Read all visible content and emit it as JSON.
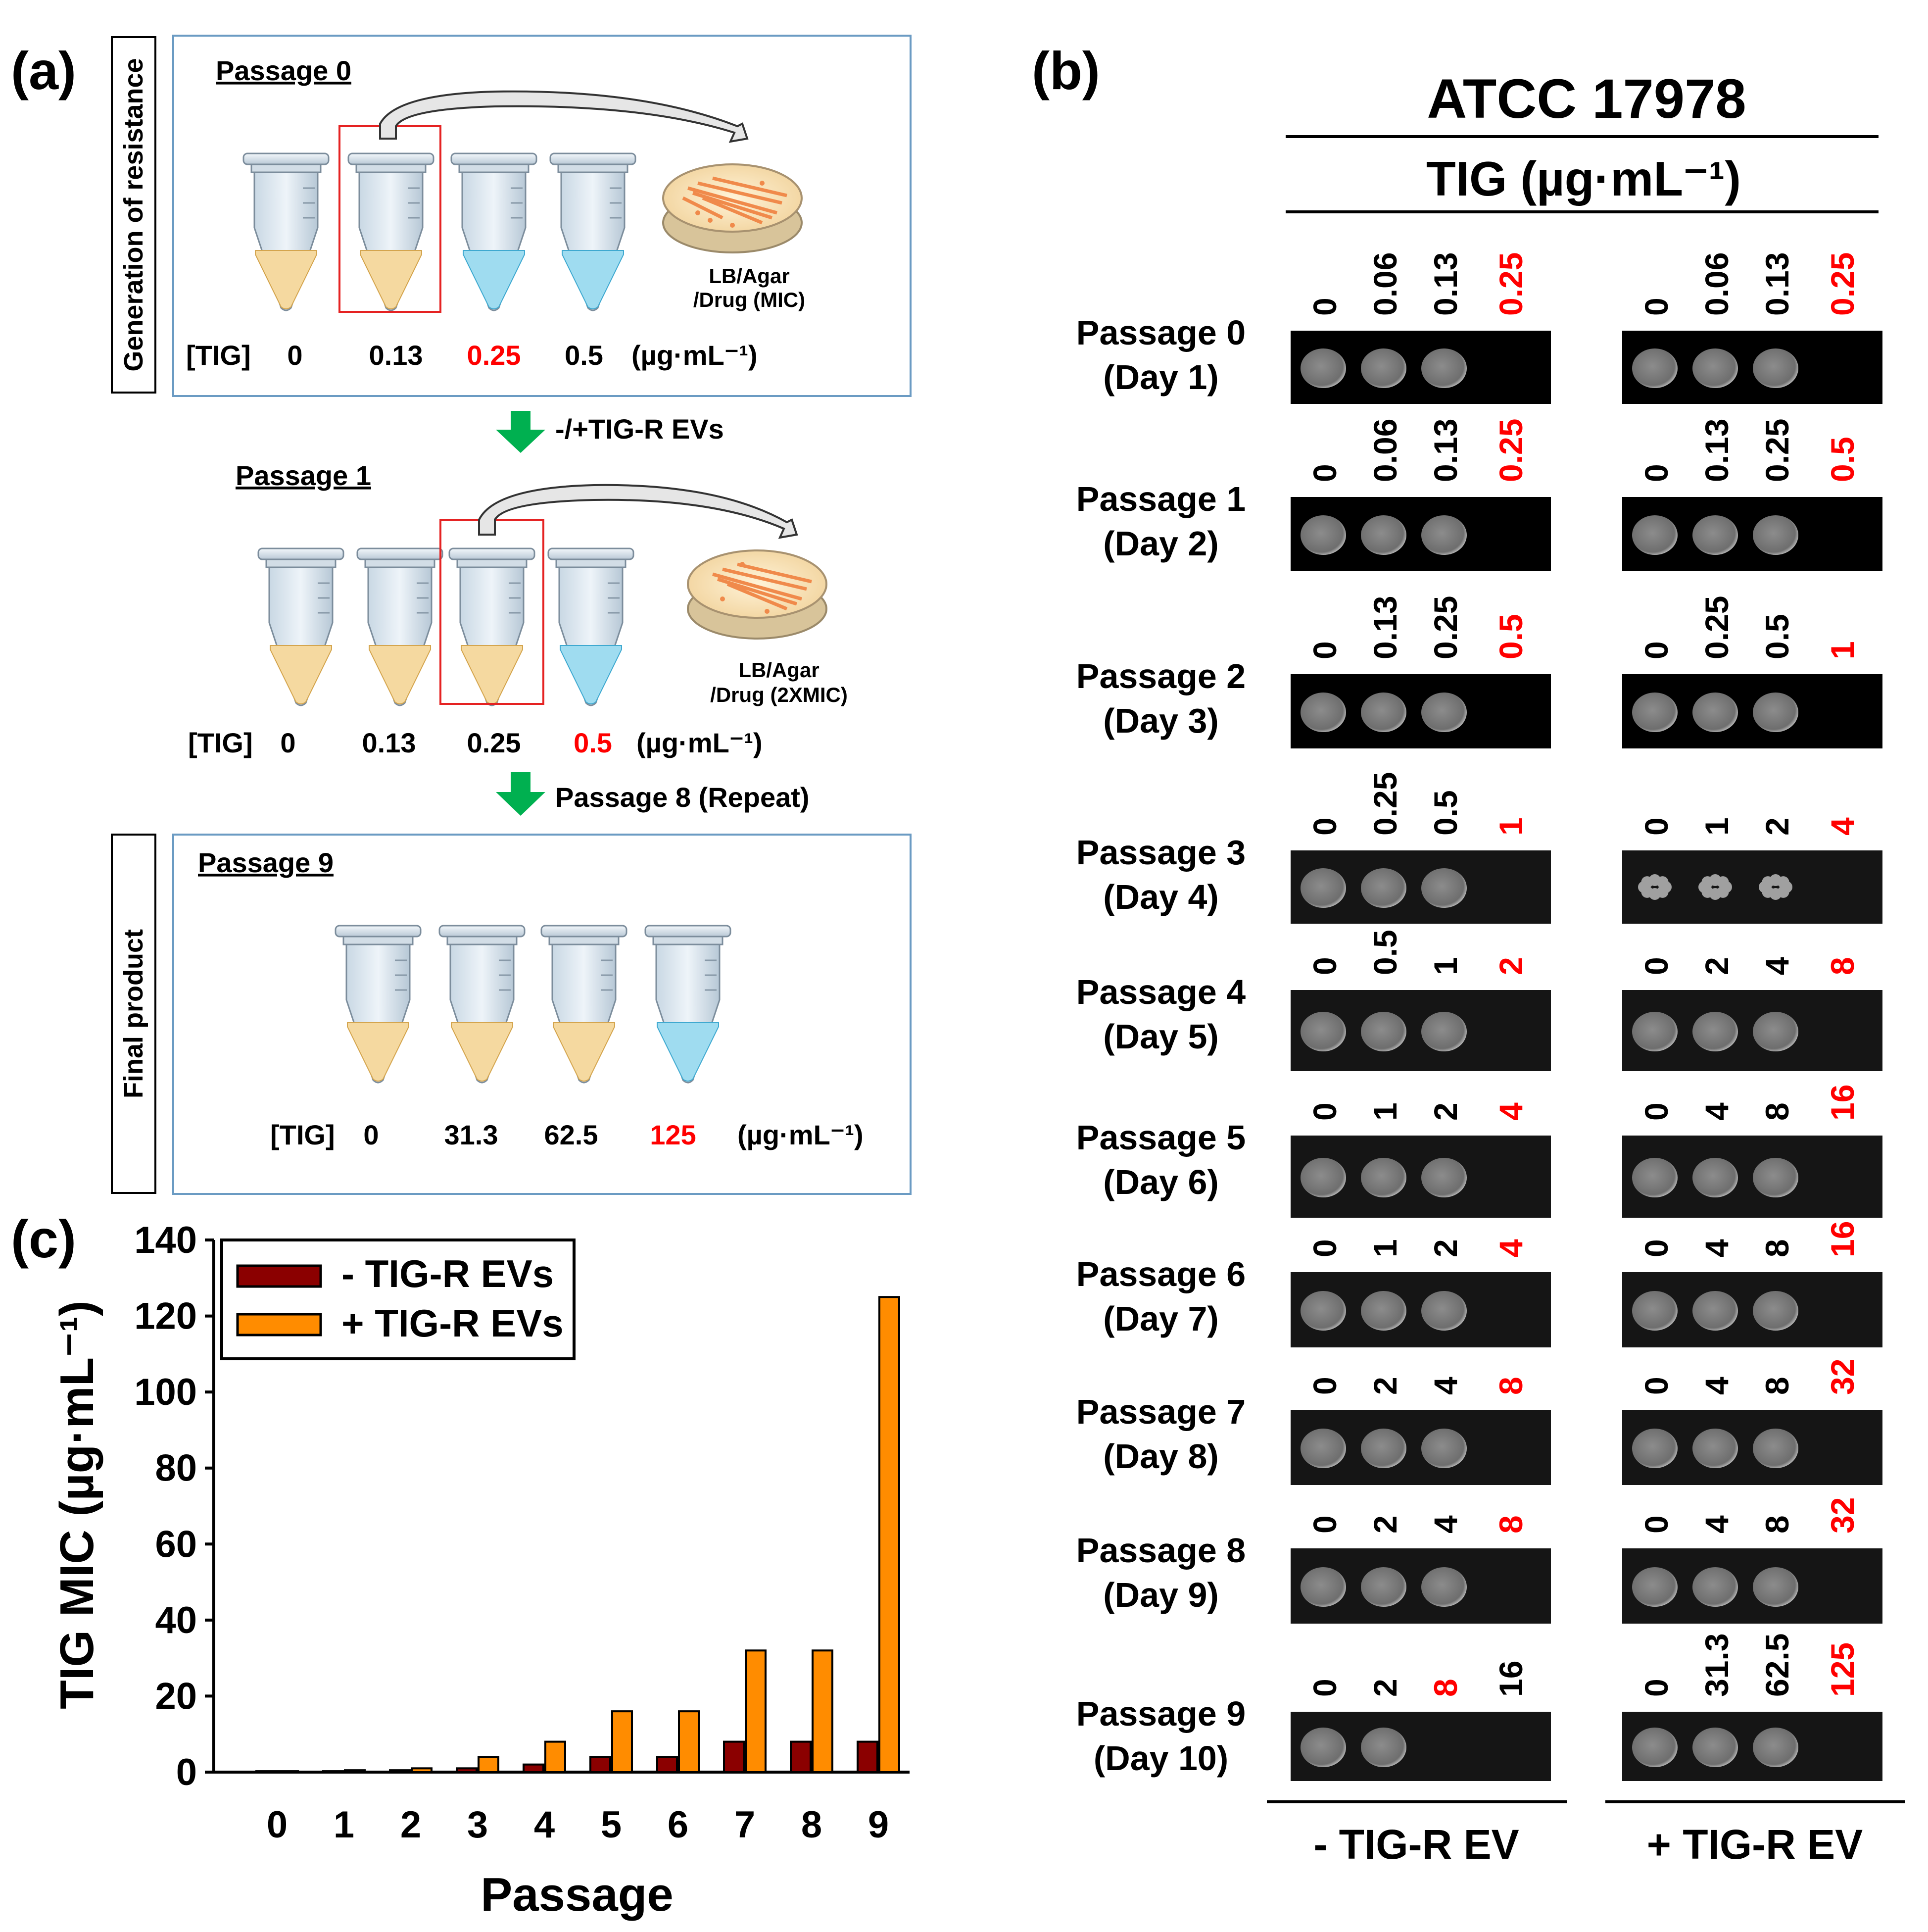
{
  "panels": {
    "a": {
      "letter": "(a)",
      "gen_label": "Generation of resistance",
      "final_label": "Final product",
      "tig_label": "[TIG]",
      "unit": "(µg·mL⁻¹)",
      "p0": {
        "title": "Passage 0",
        "concs": [
          "0",
          "0.13",
          "0.25",
          "0.5"
        ],
        "mic_index": 2,
        "plate_label": [
          "LB/Agar",
          "/Drug (MIC)"
        ]
      },
      "arrow1_label": "-/+TIG-R EVs",
      "p1": {
        "title": "Passage 1",
        "concs": [
          "0",
          "0.13",
          "0.25",
          "0.5"
        ],
        "mic_index": 3,
        "plate_label": [
          "LB/Agar",
          "/Drug (2XMIC)"
        ]
      },
      "arrow2_label": "Passage 8 (Repeat)",
      "p9": {
        "title": "Passage 9",
        "concs": [
          "0",
          "31.3",
          "62.5",
          "125"
        ],
        "mic_index": 3
      }
    },
    "b": {
      "letter": "(b)",
      "strain": "ATCC 17978",
      "tig_header": "TIG (µg·mL⁻¹)",
      "col_minus": "- TIG-R EV",
      "col_plus": "+ TIG-R EV",
      "rows": [
        {
          "label": "Passage 0",
          "day": "(Day 1)",
          "minus": [
            "0",
            "0.06",
            "0.13",
            "0.25"
          ],
          "plus": [
            "0",
            "0.06",
            "0.13",
            "0.25"
          ],
          "minus_mic": 3,
          "plus_mic": 3,
          "minus_spots": 3,
          "plus_spots": 3
        },
        {
          "label": "Passage 1",
          "day": "(Day 2)",
          "minus": [
            "0",
            "0.06",
            "0.13",
            "0.25"
          ],
          "plus": [
            "0",
            "0.13",
            "0.25",
            "0.5"
          ],
          "minus_mic": 3,
          "plus_mic": 3,
          "minus_spots": 3,
          "plus_spots": 3
        },
        {
          "label": "Passage 2",
          "day": "(Day 3)",
          "minus": [
            "0",
            "0.13",
            "0.25",
            "0.5"
          ],
          "plus": [
            "0",
            "0.25",
            "0.5",
            "1"
          ],
          "minus_mic": 3,
          "plus_mic": 3,
          "minus_spots": 3,
          "plus_spots": 3
        },
        {
          "label": "Passage 3",
          "day": "(Day 4)",
          "minus": [
            "0",
            "0.25",
            "0.5",
            "1"
          ],
          "plus": [
            "0",
            "1",
            "2",
            "4"
          ],
          "minus_mic": 3,
          "plus_mic": 3,
          "minus_spots": 3,
          "plus_spots": 3
        },
        {
          "label": "Passage 4",
          "day": "(Day 5)",
          "minus": [
            "0",
            "0.5",
            "1",
            "2"
          ],
          "plus": [
            "0",
            "2",
            "4",
            "8"
          ],
          "minus_mic": 3,
          "plus_mic": 3,
          "minus_spots": 3,
          "plus_spots": 3
        },
        {
          "label": "Passage 5",
          "day": "(Day 6)",
          "minus": [
            "0",
            "1",
            "2",
            "4"
          ],
          "plus": [
            "0",
            "4",
            "8",
            "16"
          ],
          "minus_mic": 3,
          "plus_mic": 3,
          "minus_spots": 3,
          "plus_spots": 3
        },
        {
          "label": "Passage 6",
          "day": "(Day 7)",
          "minus": [
            "0",
            "1",
            "2",
            "4"
          ],
          "plus": [
            "0",
            "4",
            "8",
            "16"
          ],
          "minus_mic": 3,
          "plus_mic": 3,
          "minus_spots": 3,
          "plus_spots": 3
        },
        {
          "label": "Passage 7",
          "day": "(Day 8)",
          "minus": [
            "0",
            "2",
            "4",
            "8"
          ],
          "plus": [
            "0",
            "4",
            "8",
            "32"
          ],
          "minus_mic": 3,
          "plus_mic": 3,
          "minus_spots": 3,
          "plus_spots": 3
        },
        {
          "label": "Passage 8",
          "day": "(Day 9)",
          "minus": [
            "0",
            "2",
            "4",
            "8"
          ],
          "plus": [
            "0",
            "4",
            "8",
            "32"
          ],
          "minus_mic": 3,
          "plus_mic": 3,
          "minus_spots": 3,
          "plus_spots": 3
        },
        {
          "label": "Passage 9",
          "day": "(Day 10)",
          "minus": [
            "0",
            "2",
            "8",
            "16"
          ],
          "plus": [
            "0",
            "31.3",
            "62.5",
            "125"
          ],
          "minus_mic": 2,
          "plus_mic": 3,
          "minus_spots": 2,
          "plus_spots": 3
        }
      ]
    },
    "c": {
      "letter": "(c)"
    }
  },
  "colors": {
    "mic_red": "#ff0000",
    "minus_bar": "#8b0000",
    "plus_bar": "#ff8c00",
    "green_arrow": "#00b050",
    "box_border": "#6b9bc3",
    "tube_yellow": "#f5d9a0",
    "tube_blue": "#9fdcf0",
    "plate_orange": "#f08a4b"
  },
  "chart_data": {
    "type": "bar",
    "categories": [
      "0",
      "1",
      "2",
      "3",
      "4",
      "5",
      "6",
      "7",
      "8",
      "9"
    ],
    "series": [
      {
        "name": "- TIG-R EVs",
        "values": [
          0.25,
          0.25,
          0.5,
          1,
          2,
          4,
          4,
          8,
          8,
          8
        ]
      },
      {
        "name": "+ TIG-R EVs",
        "values": [
          0.25,
          0.5,
          1,
          4,
          8,
          16,
          16,
          32,
          32,
          125
        ]
      }
    ],
    "xlabel": "Passage",
    "ylabel": "TIG MIC (µg·mL⁻¹)",
    "ylim": [
      0,
      140
    ],
    "yticks": [
      "0",
      "20",
      "40",
      "60",
      "80",
      "100",
      "120",
      "140"
    ],
    "legend_position": "top-left",
    "grid": false
  }
}
